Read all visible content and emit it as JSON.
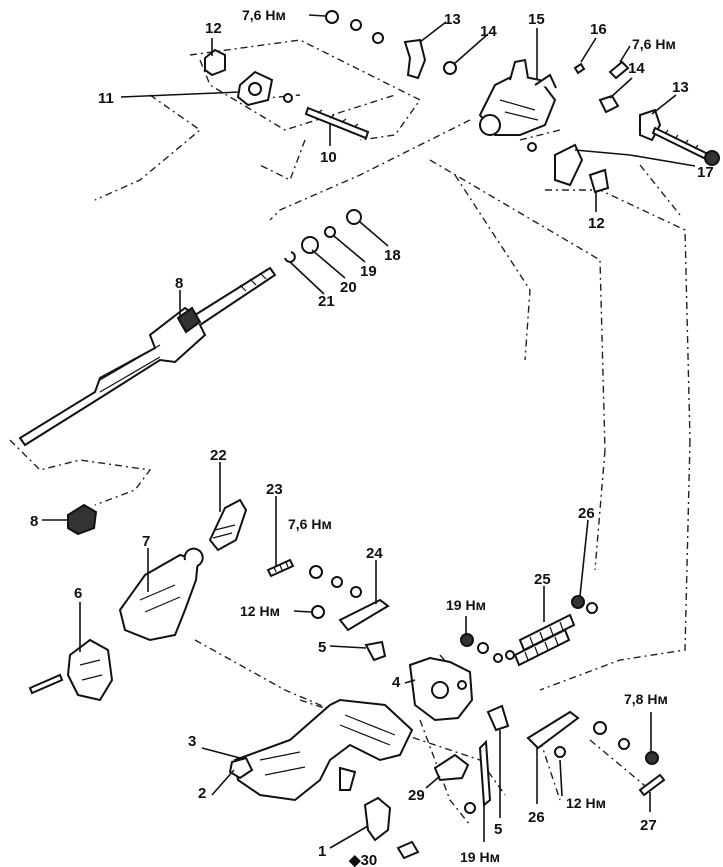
{
  "labels": {
    "p1": "1",
    "p2": "2",
    "p3": "3",
    "p4": "4",
    "p5a": "5",
    "p5b": "5",
    "p6": "6",
    "p7": "7",
    "p8a": "8",
    "p8b": "8",
    "p10": "10",
    "p11": "11",
    "p12a": "12",
    "p12b": "12",
    "p13a": "13",
    "p13b": "13",
    "p14a": "14",
    "p14b": "14",
    "p15": "15",
    "p16": "16",
    "p17": "17",
    "p18": "18",
    "p19": "19",
    "p20": "20",
    "p21": "21",
    "p22": "22",
    "p23": "23",
    "p24": "24",
    "p25": "25",
    "p26a": "26",
    "p26b": "26",
    "p27": "27",
    "p29": "29",
    "p30": "◆30"
  },
  "torques": {
    "t_top": "7,6 Нм",
    "t_right": "7,6 Нм",
    "t_mid": "7,6 Нм",
    "t_12nm_left": "12 Нм",
    "t_19nm_upper": "19 Нм",
    "t_19nm_lower": "19 Нм",
    "t_78nm": "7,8 Нм",
    "t_12nm_right": "12 Нм"
  }
}
